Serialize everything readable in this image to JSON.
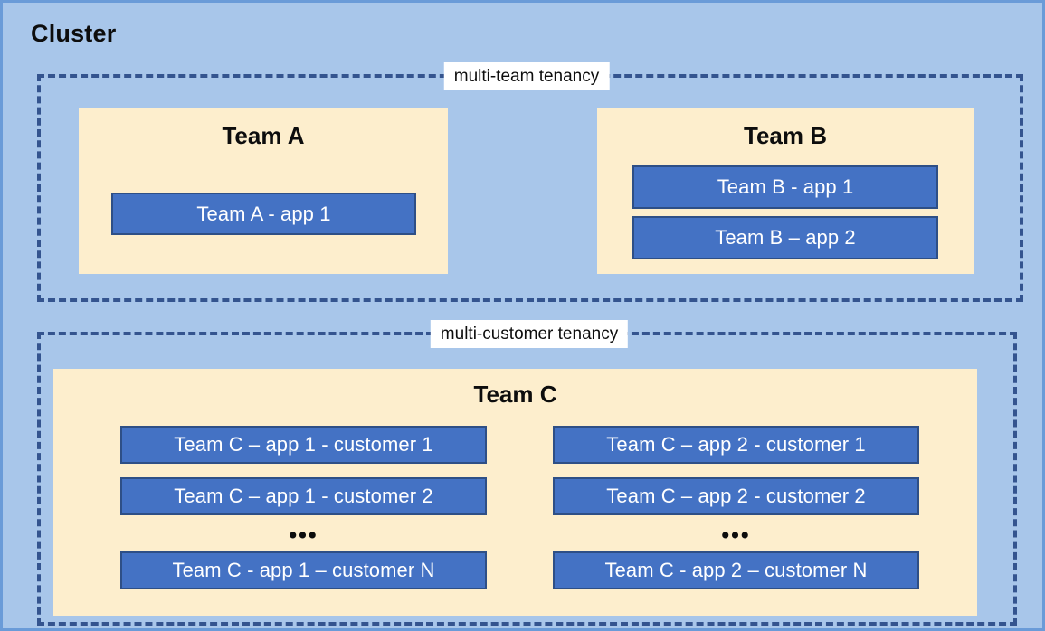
{
  "cluster": {
    "title": "Cluster"
  },
  "groups": {
    "multi_team": {
      "label": "multi-team tenancy"
    },
    "multi_customer": {
      "label": "multi-customer tenancy"
    }
  },
  "teams": {
    "team_a": {
      "heading": "Team A",
      "apps": [
        {
          "label": "Team A - app 1"
        }
      ]
    },
    "team_b": {
      "heading": "Team B",
      "apps": [
        {
          "label": "Team B - app 1"
        },
        {
          "label": "Team B – app 2"
        }
      ]
    },
    "team_c": {
      "heading": "Team C",
      "columns": [
        {
          "items": [
            {
              "label": "Team C – app 1 - customer 1"
            },
            {
              "label": "Team C – app 1 - customer 2"
            },
            {
              "label": "•••"
            },
            {
              "label": "Team C - app 1 – customer N"
            }
          ]
        },
        {
          "items": [
            {
              "label": "Team C – app 2 - customer 1"
            },
            {
              "label": "Team C – app 2 - customer 2"
            },
            {
              "label": "•••"
            },
            {
              "label": "Team C - app 2 – customer N"
            }
          ]
        }
      ]
    }
  },
  "colors": {
    "canvas_background": "#a8c6ea",
    "canvas_border": "#6a9bd8",
    "team_panel_background": "#fdeecd",
    "app_box_fill": "#4472c4",
    "app_box_border": "#2e4f86",
    "dashed_border": "#34548f",
    "label_background": "#ffffff",
    "text_dark": "#0d0d0d",
    "text_light": "#ffffff"
  }
}
